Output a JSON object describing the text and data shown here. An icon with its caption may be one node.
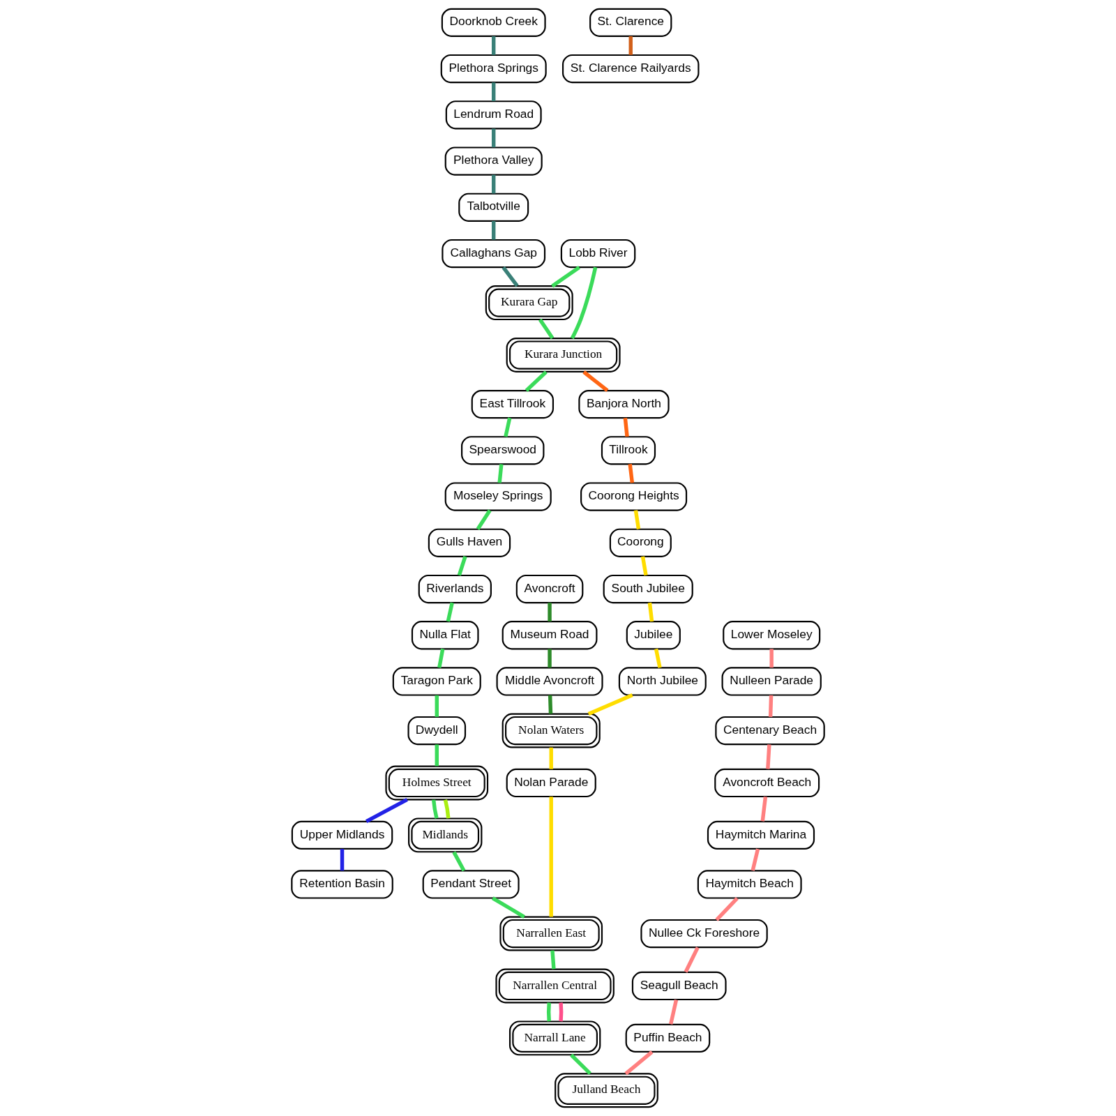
{
  "diagram": {
    "nodes": [
      {
        "text": [
          "Lobb River"
        ]
      },
      {
        "text": [
          "Kurara Gap"
        ]
      },
      {
        "text": [
          "Kurara Junction"
        ]
      },
      {
        "text": [
          "Doorknob Creek"
        ]
      },
      {
        "text": [
          "Plethora Springs"
        ]
      },
      {
        "text": [
          "Lendrum Road"
        ]
      },
      {
        "text": [
          "Plethora Valley"
        ]
      },
      {
        "text": [
          "Talbotville"
        ]
      },
      {
        "text": [
          "Callaghans Gap"
        ]
      },
      {
        "text": [
          "Banjora North"
        ]
      },
      {
        "text": [
          "Tillrook"
        ]
      },
      {
        "text": [
          "East Tillrook"
        ]
      },
      {
        "text": [
          "Spearswood"
        ]
      },
      {
        "text": [
          "Moseley Springs"
        ]
      },
      {
        "text": [
          "Gulls Haven"
        ]
      },
      {
        "text": [
          "St. Clarence"
        ]
      },
      {
        "text": [
          "St. Clarence Railyards"
        ]
      },
      {
        "text": [
          "Lower Moseley"
        ]
      },
      {
        "text": [
          "Nulleen Parade"
        ]
      },
      {
        "text": [
          "Coorong Heights"
        ]
      },
      {
        "text": [
          "Coorong"
        ]
      },
      {
        "text": [
          "South Jubilee"
        ]
      },
      {
        "text": [
          "Jubilee"
        ]
      },
      {
        "text": [
          "North Jubilee"
        ]
      },
      {
        "text": [
          "Centenary Beach"
        ]
      },
      {
        "text": [
          "Avoncroft"
        ]
      },
      {
        "text": [
          "Avoncroft Beach"
        ]
      },
      {
        "text": [
          "Riverlands"
        ]
      },
      {
        "text": [
          "Haymitch Marina"
        ]
      },
      {
        "text": [
          "Museum Road"
        ]
      },
      {
        "text": [
          "Nulla Flat"
        ]
      },
      {
        "text": [
          "Haymitch Beach"
        ]
      },
      {
        "text": [
          "Middle Avoncroft"
        ]
      },
      {
        "text": [
          "Taragon Park"
        ]
      },
      {
        "text": [
          "Nullee Ck Foreshore"
        ]
      },
      {
        "text": [
          "Nolan Waters"
        ]
      },
      {
        "text": [
          "Dwydell"
        ]
      },
      {
        "text": [
          "Holmes Street"
        ]
      },
      {
        "text": [
          "Seagull Beach"
        ]
      },
      {
        "text": [
          "Nolan Parade"
        ]
      },
      {
        "text": [
          "Puffin Beach"
        ]
      },
      {
        "text": [
          "Midlands"
        ]
      },
      {
        "text": [
          "Narrallen East"
        ]
      },
      {
        "text": [
          "Pendant Street"
        ]
      },
      {
        "text": [
          "Narrallen Central"
        ]
      },
      {
        "text": [
          "Narrall Lane"
        ]
      },
      {
        "text": [
          "Julland Beach"
        ]
      },
      {
        "text": [
          "Upper Midlands"
        ]
      },
      {
        "text": [
          "Retention Basin"
        ]
      }
    ],
    "edges": [
      {
        "from": 0,
        "to": 2,
        "arrow": "none"
      },
      {
        "from": 0,
        "to": 1,
        "arrow": "none"
      },
      {
        "from": 1,
        "to": 2,
        "arrow": "none"
      },
      {
        "from": 2,
        "to": 11,
        "arrow": "none"
      },
      {
        "from": 11,
        "to": 12,
        "arrow": "none"
      },
      {
        "from": 12,
        "to": 13,
        "arrow": "none"
      },
      {
        "from": 13,
        "to": 14,
        "arrow": "none"
      },
      {
        "from": 14,
        "to": 27,
        "arrow": "none"
      },
      {
        "from": 27,
        "to": 30,
        "arrow": "none"
      },
      {
        "from": 30,
        "to": 33,
        "arrow": "none"
      },
      {
        "from": 33,
        "to": 36,
        "arrow": "none"
      },
      {
        "from": 36,
        "to": 37,
        "arrow": "none"
      },
      {
        "from": 37,
        "to": 41,
        "arrow": "none"
      },
      {
        "from": 41,
        "to": 43,
        "arrow": "none"
      },
      {
        "from": 43,
        "to": 42,
        "arrow": "none"
      },
      {
        "from": 42,
        "to": 44,
        "arrow": "none"
      },
      {
        "from": 44,
        "to": 45,
        "arrow": "none"
      },
      {
        "from": 45,
        "to": 46,
        "arrow": "none"
      },
      {
        "from": 3,
        "to": 4,
        "arrow": "none",
        "color": "#3a8078"
      },
      {
        "from": 4,
        "to": 5,
        "arrow": "none",
        "color": "#3a8078"
      },
      {
        "from": 5,
        "to": 6,
        "arrow": "none",
        "color": "#3a8078"
      },
      {
        "from": 6,
        "to": 7,
        "arrow": "none",
        "color": "#3a8078"
      },
      {
        "from": 7,
        "to": 8,
        "arrow": "none",
        "color": "#3a8078"
      },
      {
        "from": 8,
        "to": 1,
        "arrow": "none",
        "color": "#3a8078"
      },
      {
        "from": 2,
        "to": 9,
        "arrow": "none",
        "color": "#ff6614"
      },
      {
        "from": 9,
        "to": 10,
        "arrow": "none",
        "color": "#ff6614"
      },
      {
        "from": 10,
        "to": 19,
        "arrow": "none",
        "color": "#ff6614"
      },
      {
        "from": 15,
        "to": 16,
        "arrow": "none",
        "color": "#d2601a"
      },
      {
        "from": 19,
        "to": 20,
        "arrow": "none",
        "color": "#ffdd00"
      },
      {
        "from": 20,
        "to": 21,
        "arrow": "none",
        "color": "#ffdd00"
      },
      {
        "from": 21,
        "to": 22,
        "arrow": "none",
        "color": "#ffdd00"
      },
      {
        "from": 22,
        "to": 23,
        "arrow": "none",
        "color": "#ffdd00"
      },
      {
        "from": 23,
        "to": 35,
        "arrow": "none",
        "color": "#ffdd00"
      },
      {
        "from": 35,
        "to": 39,
        "arrow": "none",
        "color": "#ffdd00"
      },
      {
        "from": 39,
        "to": 42,
        "arrow": "none",
        "color": "#ffdd00"
      },
      {
        "from": 17,
        "to": 18,
        "arrow": "none",
        "color": "#ff8080"
      },
      {
        "from": 18,
        "to": 24,
        "arrow": "none",
        "color": "#ff8080"
      },
      {
        "from": 24,
        "to": 26,
        "arrow": "none",
        "color": "#ff8080"
      },
      {
        "from": 26,
        "to": 28,
        "arrow": "none",
        "color": "#ff8080"
      },
      {
        "from": 28,
        "to": 31,
        "arrow": "none",
        "color": "#ff8080"
      },
      {
        "from": 31,
        "to": 34,
        "arrow": "none",
        "color": "#ff8080"
      },
      {
        "from": 34,
        "to": 38,
        "arrow": "none",
        "color": "#ff8080"
      },
      {
        "from": 38,
        "to": 40,
        "arrow": "none",
        "color": "#ff8080"
      },
      {
        "from": 40,
        "to": 46,
        "arrow": "none",
        "color": "#ff8080"
      },
      {
        "from": 25,
        "to": 29,
        "arrow": "none",
        "color": "#2e8b2a"
      },
      {
        "from": 29,
        "to": 32,
        "arrow": "none",
        "color": "#2e8b2a"
      },
      {
        "from": 32,
        "to": 35,
        "arrow": "none",
        "color": "#2e8b2a"
      },
      {
        "from": 44,
        "to": 45,
        "arrow": "none",
        "color": "#ff4f8b"
      },
      {
        "from": 37,
        "to": 41,
        "arrow": "none",
        "color": "#aaee11"
      },
      {
        "from": 37,
        "to": 47,
        "arrow": "none",
        "color": "#2222e6"
      },
      {
        "from": 47,
        "to": 48,
        "arrow": "none",
        "color": "#2222e6"
      }
    ]
  }
}
